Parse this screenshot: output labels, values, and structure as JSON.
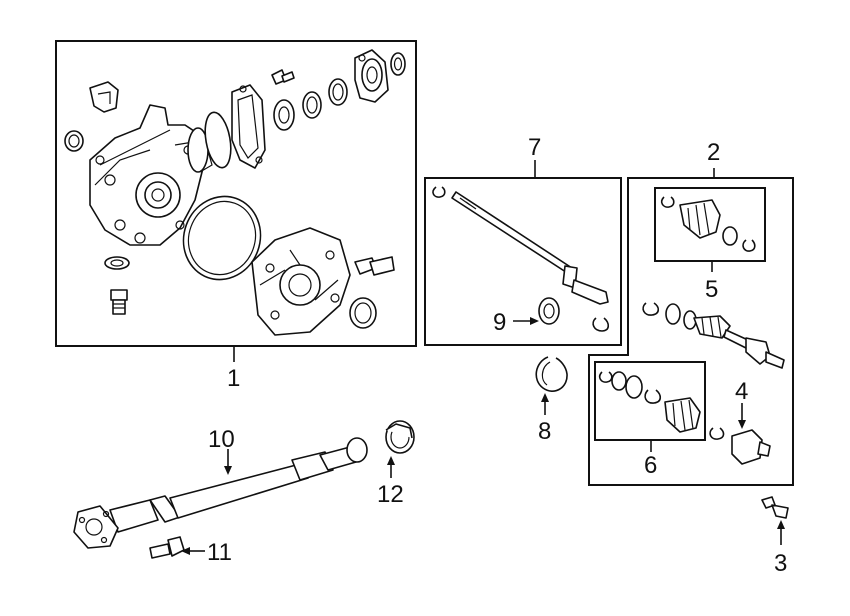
{
  "diagram": {
    "callouts": [
      {
        "id": "callout-1",
        "label": "1"
      },
      {
        "id": "callout-2",
        "label": "2"
      },
      {
        "id": "callout-3",
        "label": "3"
      },
      {
        "id": "callout-4",
        "label": "4"
      },
      {
        "id": "callout-5",
        "label": "5"
      },
      {
        "id": "callout-6",
        "label": "6"
      },
      {
        "id": "callout-7",
        "label": "7"
      },
      {
        "id": "callout-8",
        "label": "8"
      },
      {
        "id": "callout-9",
        "label": "9"
      },
      {
        "id": "callout-10",
        "label": "10"
      },
      {
        "id": "callout-11",
        "label": "11"
      },
      {
        "id": "callout-12",
        "label": "12"
      }
    ]
  }
}
